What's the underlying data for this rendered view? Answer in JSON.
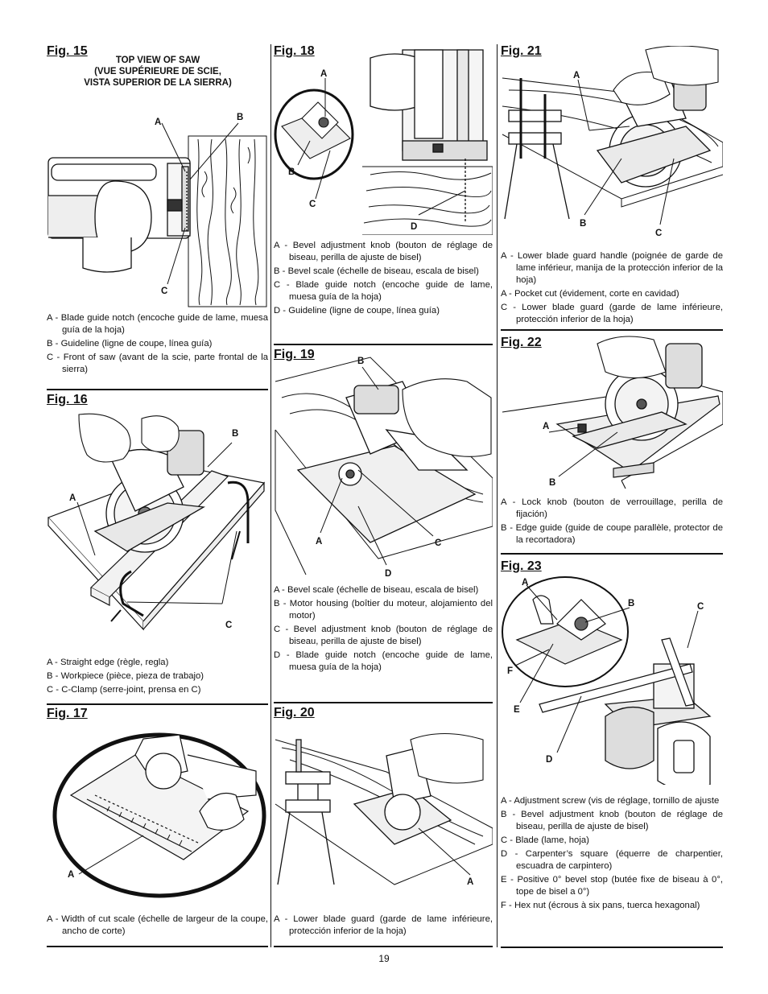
{
  "page_number": "19",
  "fig15": {
    "title": "Fig. 15",
    "subtitle1": "TOP VIEW OF SAW",
    "subtitle2": "(VUE SUPÉRIEURE DE SCIE,",
    "subtitle3": "VISTA SUPERIOR DE LA SIERRA)",
    "labels": {
      "a": "A",
      "b": "B",
      "c": "C"
    },
    "captions": [
      "A - Blade guide notch (encoche guide de lame, muesa guía de la hoja)",
      "B - Guideline (ligne de coupe, línea guía)",
      "C - Front of saw (avant de la scie, parte frontal de la sierra)"
    ]
  },
  "fig16": {
    "title": "Fig. 16",
    "labels": {
      "a": "A",
      "b": "B",
      "c": "C"
    },
    "captions": [
      "A - Straight edge (règle, regla)",
      "B - Workpiece (pièce, pieza de trabajo)",
      "C - C-Clamp (serre-joint, prensa en C)"
    ]
  },
  "fig17": {
    "title": "Fig. 17",
    "labels": {
      "a": "A"
    },
    "captions": [
      "A - Width of cut scale (échelle de largeur de la coupe, ancho de corte)"
    ]
  },
  "fig18": {
    "title": "Fig. 18",
    "labels": {
      "a": "A",
      "b": "B",
      "c": "C",
      "d": "D"
    },
    "captions": [
      "A - Bevel adjustment knob (bouton de réglage de biseau, perilla de ajuste de bisel)",
      "B - Bevel scale (échelle de biseau, escala de bisel)",
      "C - Blade guide notch (encoche guide de lame, muesa guía de la hoja)",
      "D - Guideline (ligne de coupe, línea guía)"
    ]
  },
  "fig19": {
    "title": "Fig. 19",
    "labels": {
      "a": "A",
      "b": "B",
      "c": "C",
      "d": "D"
    },
    "captions": [
      "A - Bevel scale (échelle de biseau, escala de bisel)",
      "B - Motor housing (boîtier du moteur, alojamiento del motor)",
      "C - Bevel adjustment knob (bouton de réglage de biseau, perilla de ajuste de bisel)",
      "D - Blade guide notch (encoche guide de lame, muesa guía de la hoja)"
    ]
  },
  "fig20": {
    "title": "Fig. 20",
    "labels": {
      "a": "A"
    },
    "captions": [
      "A - Lower blade guard (garde de lame inférieure, protección inferior de la hoja)"
    ]
  },
  "fig21": {
    "title": "Fig. 21",
    "labels": {
      "a": "A",
      "b": "B",
      "c": "C"
    },
    "captions": [
      "A - Lower blade guard handle (poignée de garde de lame inférieur, manija de la protección inferior de la hoja)",
      "A - Pocket cut (évidement, corte en cavidad)",
      "C - Lower blade guard (garde de lame inférieure, protección inferior de la hoja)"
    ]
  },
  "fig22": {
    "title": "Fig. 22",
    "labels": {
      "a": "A",
      "b": "B"
    },
    "captions": [
      "A - Lock knob (bouton de verrouillage, perilla de fijación)",
      "B - Edge guide (guide de coupe parallèle, protector de la recortadora)"
    ]
  },
  "fig23": {
    "title": "Fig. 23",
    "labels": {
      "a": "A",
      "b": "B",
      "c": "C",
      "d": "D",
      "e": "E",
      "f": "F"
    },
    "captions": [
      "A - Adjustment screw (vis de réglage, tornillo de ajuste",
      "B - Bevel adjustment knob (bouton de réglage de biseau, perilla de ajuste de bisel)",
      "C - Blade (lame, hoja)",
      "D - Carpenter’s square (équerre de charpentier, escuadra de carpintero)",
      "E - Positive 0° bevel stop (butée fixe de biseau à 0°, tope de bisel a 0°)",
      "F - Hex nut (écrous à six pans, tuerca hexagonal)"
    ]
  }
}
